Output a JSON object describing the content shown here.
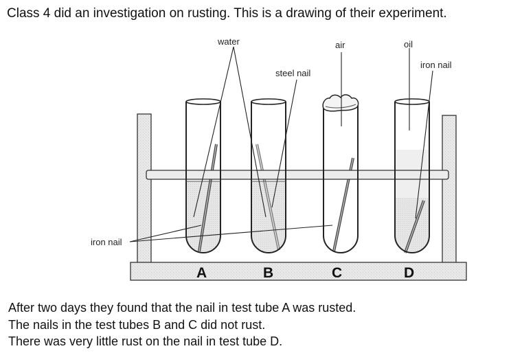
{
  "heading": "Class 4 did an investigation on rusting. This is a drawing of their experiment.",
  "diagram": {
    "labels": {
      "water": "water",
      "steel_nail": "steel nail",
      "air": "air",
      "oil": "oil",
      "iron_nail_right": "iron nail",
      "iron_nail_left": "iron nail"
    },
    "tubes": [
      "A",
      "B",
      "C",
      "D"
    ]
  },
  "findings": [
    "After two days they found that the nail in test tube A was rusted.",
    "The nails in the test tubes B and C did not rust.",
    "There was very little rust on the nail in test tube D."
  ]
}
